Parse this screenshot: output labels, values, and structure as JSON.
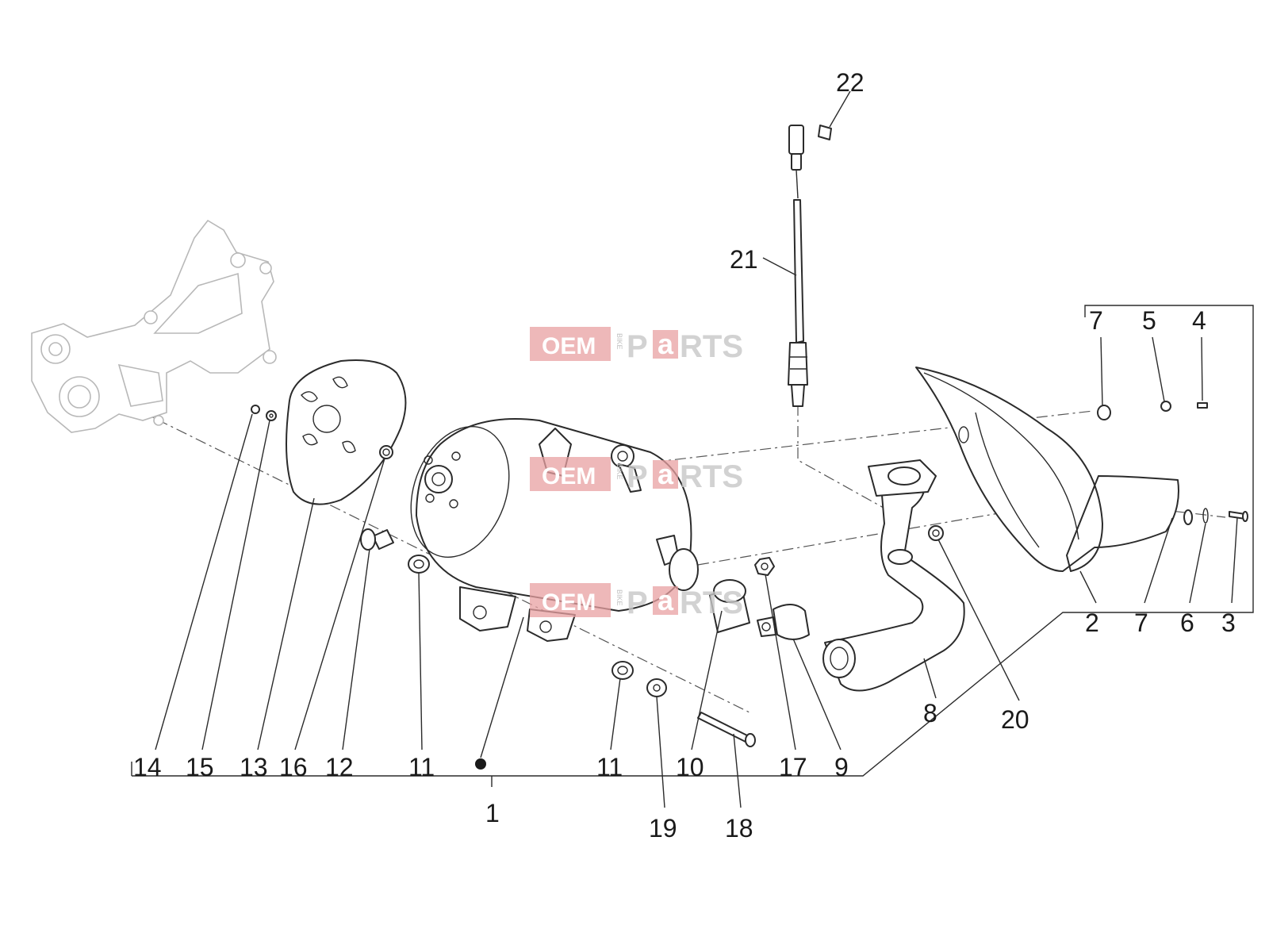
{
  "callouts": {
    "c1": "1",
    "c2": "2",
    "c3": "3",
    "c4": "4",
    "c5": "5",
    "c6": "6",
    "c7a": "7",
    "c7b": "7",
    "c8": "8",
    "c9": "9",
    "c10": "10",
    "c11a": "11",
    "c11b": "11",
    "c12": "12",
    "c13": "13",
    "c14": "14",
    "c15": "15",
    "c16": "16",
    "c17": "17",
    "c18": "18",
    "c19": "19",
    "c20": "20",
    "c21": "21",
    "c22": "22"
  },
  "watermark": {
    "oem": "OEM",
    "bike": "BIKE",
    "p": "P",
    "a": "a",
    "rts": "RTS"
  },
  "colors": {
    "watermark_red": "#e8a0a2",
    "line": "#2b2b2b",
    "frame_light": "#b8b8b8"
  }
}
